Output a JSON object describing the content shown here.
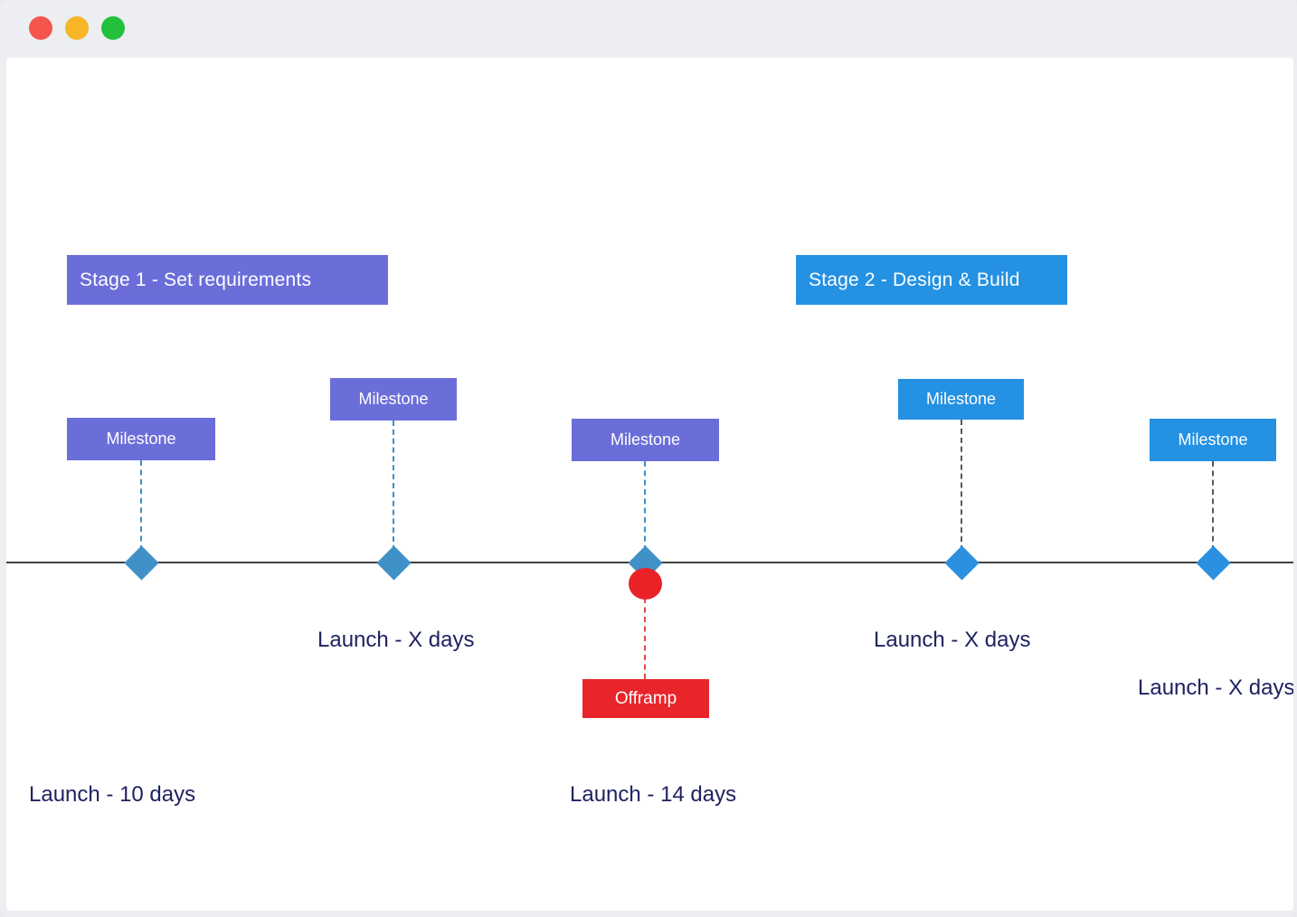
{
  "window": {
    "traffic_lights": [
      {
        "name": "close",
        "color": "#f4564e"
      },
      {
        "name": "minimize",
        "color": "#f7b628"
      },
      {
        "name": "zoom",
        "color": "#22c03c"
      }
    ]
  },
  "colors": {
    "stage1_purple": "#6b6ed9",
    "stage2_blue": "#2491e3",
    "offramp_red": "#e8252a",
    "launch_text_navy": "#1f2260",
    "timeline_line": "#3f3f3f",
    "diamond_muted_blue": "#4191c9",
    "diamond_bright_blue": "#2b90e0"
  },
  "stages": [
    {
      "label": "Stage 1 - Set requirements"
    },
    {
      "label": "Stage 2 - Design & Build"
    }
  ],
  "milestones": [
    {
      "label": "Milestone",
      "stage": 1
    },
    {
      "label": "Milestone",
      "stage": 1
    },
    {
      "label": "Milestone",
      "stage": 1
    },
    {
      "label": "Milestone",
      "stage": 2
    },
    {
      "label": "Milestone",
      "stage": 2
    }
  ],
  "offramp": {
    "label": "Offramp"
  },
  "launch_labels": [
    {
      "label": "Launch - 10 days"
    },
    {
      "label": "Launch - X days"
    },
    {
      "label": "Launch - 14 days"
    },
    {
      "label": "Launch - X days"
    },
    {
      "label": "Launch - X days"
    }
  ]
}
